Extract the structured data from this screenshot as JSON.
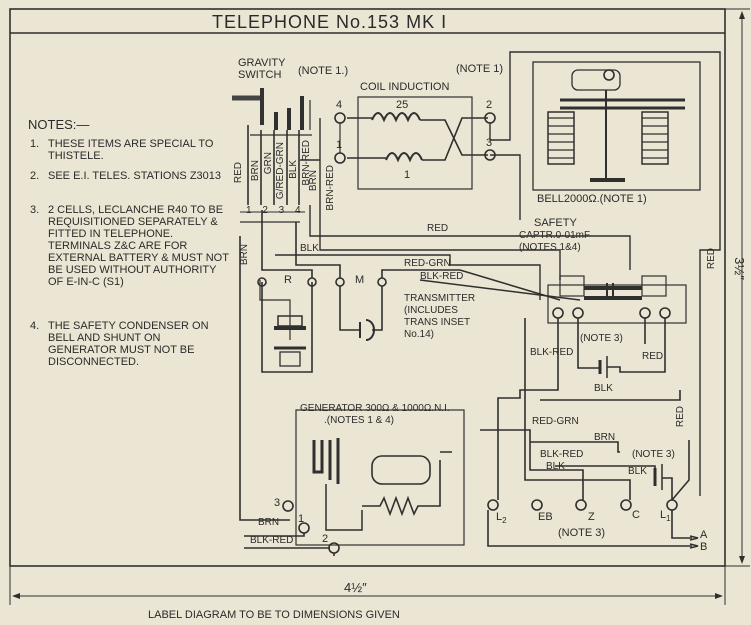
{
  "title": "TELEPHONE No.153 MK I",
  "notes": {
    "heading": "NOTES:—",
    "items": [
      {
        "num": "1.",
        "text": "THESE ITEMS ARE SPECIAL TO THISTELE."
      },
      {
        "num": "2.",
        "text": "SEE E.I. TELES. STATIONS Z3013"
      },
      {
        "num": "3.",
        "text": "2 CELLS, LECLANCHE R40 TO BE REQUISITIONED SEPARATELY & FITTED IN TELEPHONE. TERMINALS Z&C ARE FOR EXTERNAL BATTERY & MUST NOT BE USED WITHOUT AUTHORITY OF E-IN-C (S1)"
      },
      {
        "num": "4.",
        "text": "THE SAFETY CONDENSER ON BELL AND SHUNT ON GENERATOR MUST NOT BE DISCONNECTED."
      }
    ]
  },
  "labels": {
    "gravity_switch": "GRAVITY",
    "gravity_switch2": "SWITCH",
    "note1_a": "(NOTE 1.)",
    "coil_induction": "COIL INDUCTION",
    "note1_b": "(NOTE 1)",
    "coil_25": "25",
    "coil_1": "1",
    "t4": "4",
    "t1": "1",
    "t2": "2",
    "t3": "3",
    "bell": "BELL2000Ω.(NOTE 1)",
    "safety1": "SAFETY",
    "safety2": "CAPTR.0·01mF",
    "safety3": "(NOTES 1&4)",
    "transmitter1": "TRANSMITTER",
    "transmitter2": "(INCLUDES",
    "transmitter3": "TRANS INSET",
    "transmitter4": "No.14)",
    "R": "R",
    "M": "M",
    "note3_a": "(NOTE 3)",
    "note3_b": "(NOTE 3)",
    "note3_c": "(NOTE 3)",
    "generator1": "GENERATOR 300Ω & 1000Ω.N.I.",
    "generator2": ".(NOTES 1 & 4)",
    "gen3": "3",
    "gen1": "1",
    "gen2": "2",
    "L2": "L",
    "L2sub": "2",
    "EB": "EB",
    "Z": "Z",
    "C": "C",
    "L1": "L",
    "L1sub": "1",
    "A": "A",
    "B": "B",
    "dim_h": "4½″",
    "dim_v": "3½″",
    "caption": "LABEL DIAGRAM TO BE TO DIMENSIONS GIVEN"
  },
  "wires": {
    "red": "RED",
    "brn": "BRN",
    "grn": "GRN",
    "blk": "BLK",
    "red_grn": "RED-GRN",
    "blk_red": "BLK-RED",
    "brn_red": "BRN-RED",
    "g_red_grn": "G/RED-GRN",
    "blk_red_v": "BLK-RED",
    "red_right": "RED",
    "red_right2": "RED",
    "sw_nums": "1 2 3 4"
  }
}
